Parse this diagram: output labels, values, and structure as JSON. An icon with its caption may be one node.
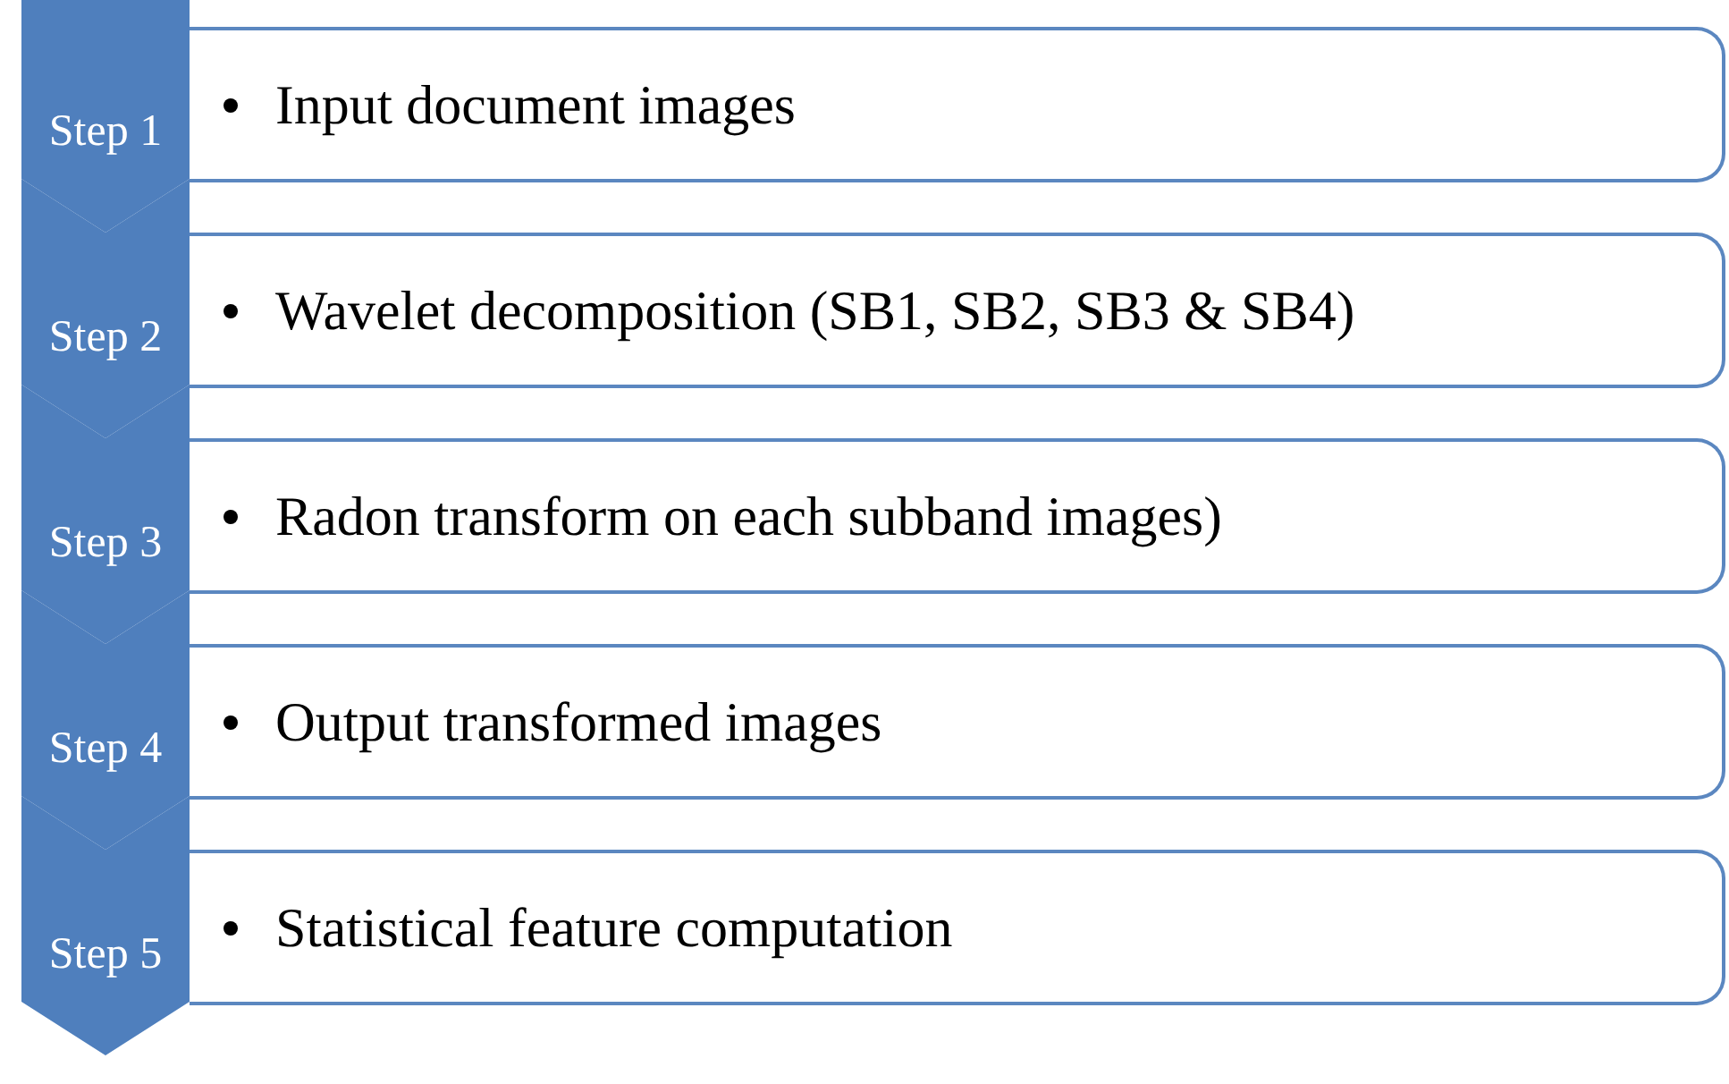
{
  "diagram": {
    "nodes": [
      {
        "text": [
          "Step 1"
        ]
      },
      {
        "text": [
          "Input document images"
        ]
      },
      {
        "text": [
          "Step 2"
        ]
      },
      {
        "text": [
          "Wavelet decomposition (SB1, SB2, SB3 & SB4)"
        ]
      },
      {
        "text": [
          "Step 3"
        ]
      },
      {
        "text": [
          "Radon transform on each subband images)"
        ]
      },
      {
        "text": [
          "Step 4"
        ]
      },
      {
        "text": [
          "Output transformed images"
        ]
      },
      {
        "text": [
          "Step 5"
        ]
      },
      {
        "text": [
          "Statistical feature computation"
        ]
      }
    ]
  }
}
